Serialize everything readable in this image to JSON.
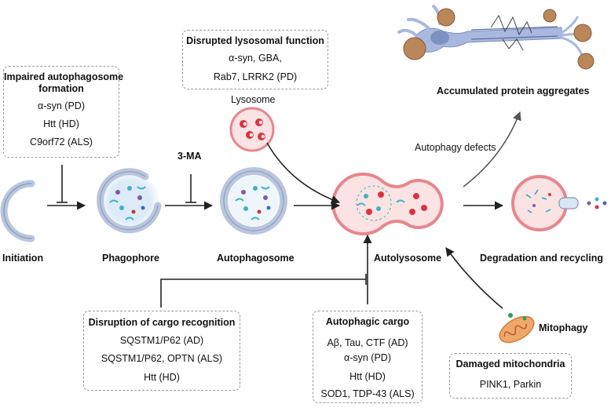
{
  "boxes": {
    "impaired": {
      "title1": "Impaired autophagosome",
      "title2": "formation",
      "items": [
        "α-syn (PD)",
        "Htt (HD)",
        "C9orf72 (ALS)"
      ]
    },
    "lysosomal": {
      "title": "Disrupted lysosomal function",
      "line1": "α-syn, GBA,",
      "line2": "Rab7, LRRK2 (PD)"
    },
    "cargo_recognition": {
      "title": "Disruption of cargo recognition",
      "items": [
        "SQSTM1/P62 (AD)",
        "SQSTM1/P62, OPTN (ALS)",
        "Htt (HD)"
      ]
    },
    "autophagic_cargo": {
      "title": "Autophagic cargo",
      "items": [
        "Aβ, Tau, CTF (AD)",
        "α-syn (PD)",
        "Htt (HD)",
        "SOD1, TDP-43 (ALS)"
      ]
    },
    "mito": {
      "title": "Damaged mitochondria",
      "items": "PINK1, Parkin"
    }
  },
  "labels": {
    "initiation": "Initiation",
    "phagophore": "Phagophore",
    "autophagosome": "Autophagosome",
    "autolysosome": "Autolysosome",
    "degradation": "Degradation and recycling",
    "lysosome": "Lysosome",
    "inhibitor": "3-MA",
    "autophagy_defects": "Autophagy defects",
    "aggregates": "Accumulated protein aggregates",
    "mitophagy": "Mitophagy"
  },
  "colors": {
    "membrane_blue": "#b9c6dd",
    "membrane_red": "#e8868d",
    "lysosome_fill": "#fbe3e3",
    "cargo_teal": "#3bb3c3",
    "neuron_blue": "#a9b8de",
    "aggregate_brown": "#b9875a",
    "mito_orange": "#f0a86a"
  }
}
